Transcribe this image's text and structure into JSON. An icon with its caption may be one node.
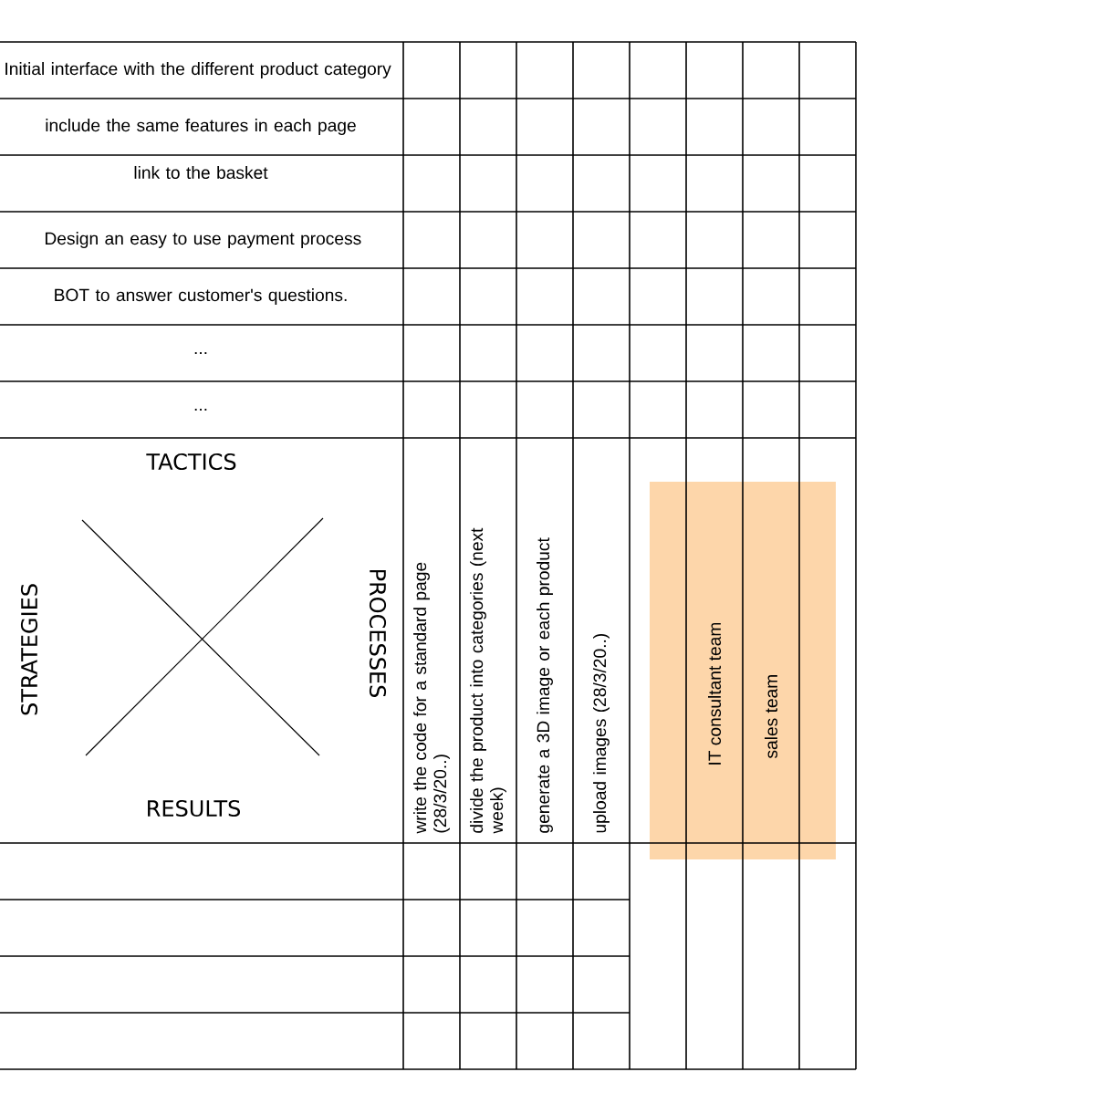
{
  "diagram": {
    "labels": [
      "Initial interface with the different product category",
      "include the same features in each page",
      "link to the basket",
      "Design an easy to use payment process",
      "BOT to answer customer's questions.",
      "...",
      "...",
      "TACTICS",
      "STRATEGIES",
      "PROCESSES",
      "RESULTS",
      "write the code for a standard page (28/3/20..)",
      "divide the product into categories (next week)",
      "generate a 3D image or each product",
      "upload images (28/3/20..)",
      "IT consultant team",
      "sales team"
    ]
  }
}
